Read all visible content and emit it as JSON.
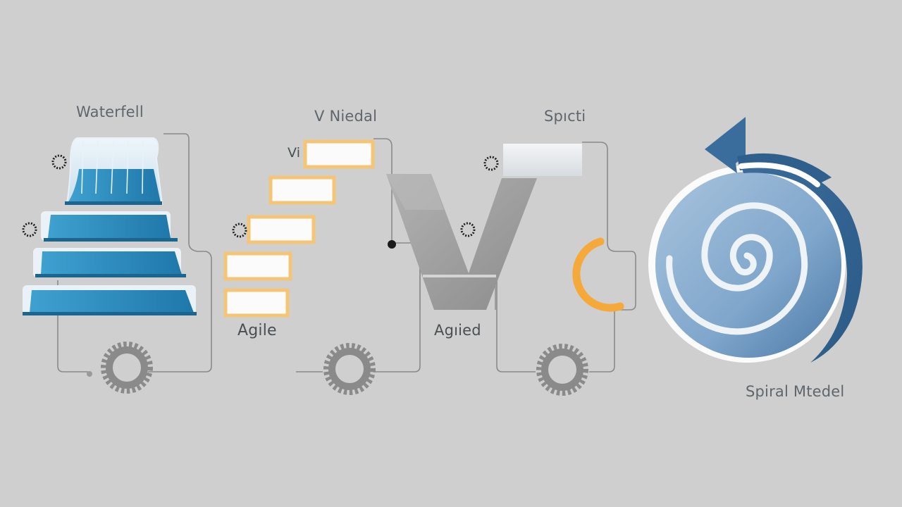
{
  "diagram": {
    "background": "#cfcfcf",
    "colors": {
      "waterfall_blue": "#2f8fc0",
      "waterfall_dark": "#1f6e9b",
      "agile_orange": "#f4bf68",
      "v_gray": "#9a9a9a",
      "spiral_light": "#8fb2d4",
      "spiral_dark": "#2f5f8c",
      "cycle_orange": "#f4a93a",
      "connector": "#8a8a8a",
      "gear": "#8a8a8a"
    },
    "sections": [
      {
        "id": "waterfall",
        "title": "Waterfell",
        "icon": "waterfall-steps-icon",
        "steps": 4
      },
      {
        "id": "v-model",
        "title": "V Niedal",
        "prefix": "Vi",
        "bottom_label": "Agile",
        "boxes": 5
      },
      {
        "id": "spiral-v",
        "title": "Spıcti",
        "bottom_label": "Agıied",
        "icon": "v-shape-icon"
      },
      {
        "id": "spiral",
        "title": "Spiral Mtedel",
        "icon": "spiral-arrow-icon"
      }
    ]
  }
}
